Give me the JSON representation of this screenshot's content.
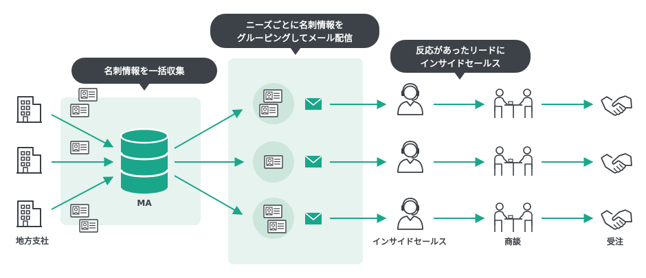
{
  "bubbles": {
    "collect": "名刺情報を一括収集",
    "group_line1": "ニーズごとに名刺情報を",
    "group_line2": "グルーピングしてメール配信",
    "respond_line1": "反応があったリードに",
    "respond_line2": "インサイドセールス"
  },
  "labels": {
    "branch": "地方支社",
    "ma": "MA",
    "inside_sales": "インサイドセールス",
    "negotiation": "商談",
    "order": "受注"
  },
  "icons": {
    "branch": "office-building-icon",
    "card": "business-card-icon",
    "database": "database-icon",
    "mail": "envelope-icon",
    "operator": "headset-operator-icon",
    "meeting": "meeting-table-icon",
    "deal": "handshake-icon"
  },
  "colors": {
    "accent": "#1aa68a",
    "panel": "#e6f3ee",
    "circle": "#cde6dc",
    "bubble": "#3c4248",
    "line": "#3a3f44"
  }
}
